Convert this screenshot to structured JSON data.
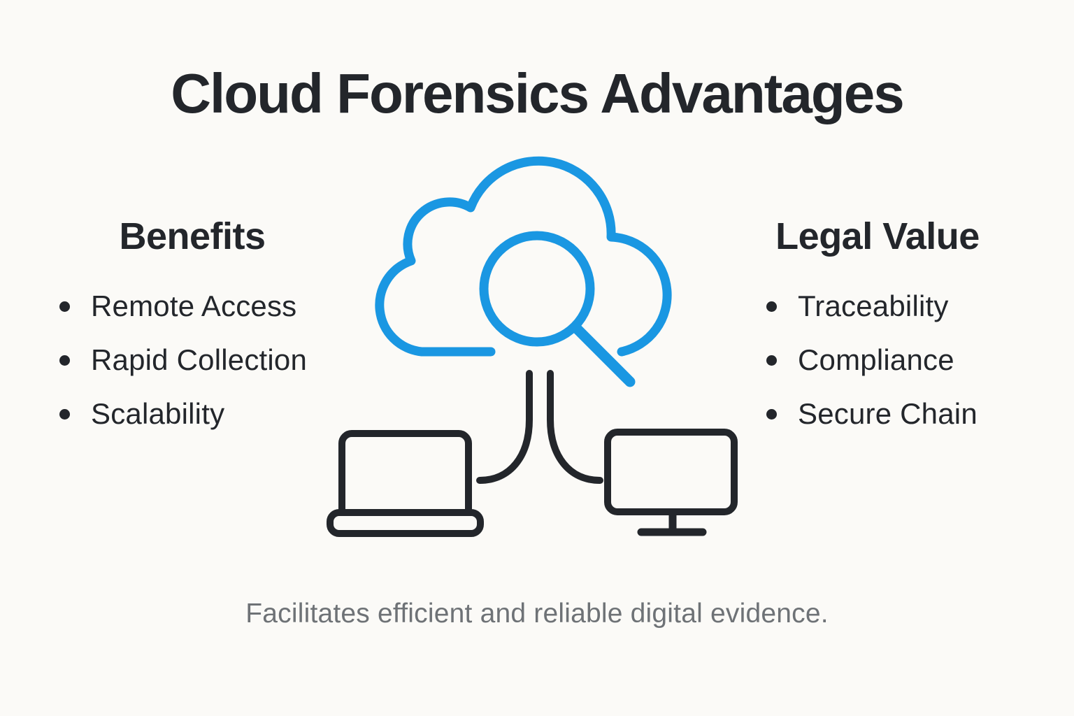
{
  "title": "Cloud Forensics Advantages",
  "columns": {
    "benefits": {
      "heading": "Benefits",
      "items": [
        "Remote Access",
        "Rapid Collection",
        "Scalability"
      ]
    },
    "legal": {
      "heading": "Legal Value",
      "items": [
        "Traceability",
        "Compliance",
        "Secure Chain"
      ]
    }
  },
  "caption": "Facilitates efficient and reliable digital evidence.",
  "illustration": {
    "icons": [
      "cloud-icon",
      "magnifier-icon",
      "connector-lines",
      "laptop-icon",
      "monitor-icon"
    ]
  },
  "colors": {
    "background": "#fbfaf7",
    "ink_dark": "#23262b",
    "accent_blue": "#1a97e2",
    "caption_gray": "#6e7276"
  }
}
